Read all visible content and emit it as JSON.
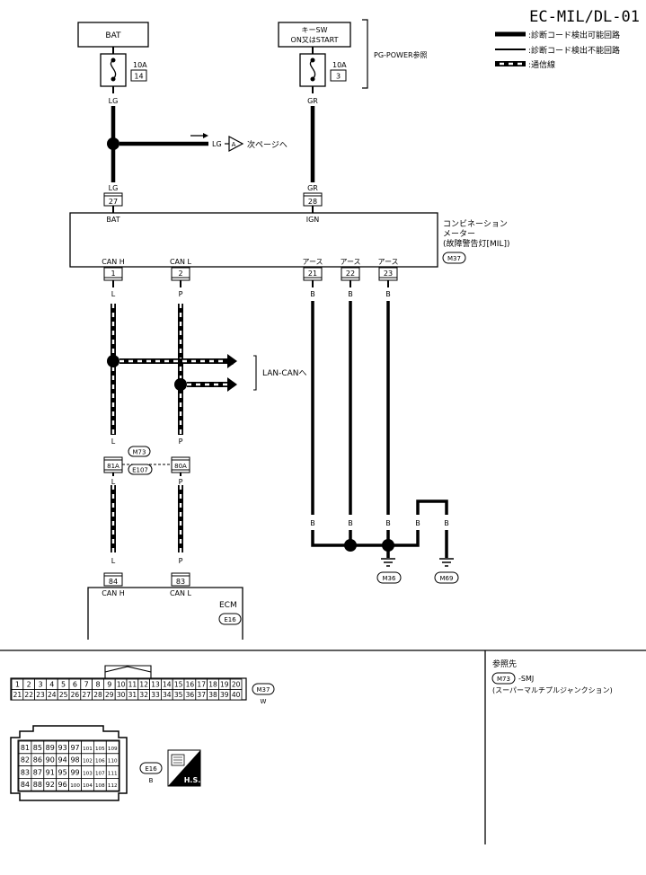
{
  "page": {
    "title": "EC-MIL/DL-01"
  },
  "legend": {
    "detectable": ":診断コード検出可能回路",
    "undetectable": ":診断コード検出不能回路",
    "comm": ":通信線"
  },
  "power": {
    "bat_label": "BAT",
    "keysw_line1": "キーSW",
    "keysw_line2": "ON又はSTART",
    "fuse1_amp": "10A",
    "fuse1_no": "14",
    "fuse2_amp": "10A",
    "fuse2_no": "3",
    "pg_ref": "PG-POWER参照"
  },
  "wires": {
    "lg": "LG",
    "gr": "GR",
    "l": "L",
    "p": "P",
    "b": "B"
  },
  "next_page": {
    "wire": "LG",
    "conn": "A",
    "text": "次ページへ"
  },
  "meter": {
    "name_line1": "コンビネーション",
    "name_line2": "メーター",
    "name_line3": "(故障警告灯[MIL])",
    "connector": "M37",
    "pin_bat": "27",
    "pin_ign": "28",
    "lbl_bat": "BAT",
    "lbl_ign": "IGN",
    "pin_canh": "1",
    "pin_canl": "2",
    "pin_g1": "21",
    "pin_g2": "22",
    "pin_g3": "23",
    "lbl_canh": "CAN H",
    "lbl_canl": "CAN L",
    "lbl_earth": "アース"
  },
  "lan": {
    "text": "LAN-CANへ"
  },
  "joint": {
    "conn_a": "M73",
    "conn_b": "E107",
    "pin_a": "81A",
    "pin_b": "80A"
  },
  "grounds": {
    "g1": "M36",
    "g2": "M69"
  },
  "ecm": {
    "name": "ECM",
    "connector": "E16",
    "pin_canh": "84",
    "pin_canl": "83",
    "lbl_canh": "CAN H",
    "lbl_canl": "CAN L"
  },
  "reference": {
    "title": "参照先",
    "conn": "M73",
    "code": "-SMJ",
    "desc": "(スーパーマルチプルジャンクション)"
  },
  "m37_connector": {
    "label": "M37",
    "color": "W",
    "row1": [
      "1",
      "2",
      "3",
      "4",
      "5",
      "6",
      "7",
      "8",
      "9",
      "10",
      "11",
      "12",
      "13",
      "14",
      "15",
      "16",
      "17",
      "18",
      "19",
      "20"
    ],
    "row2": [
      "21",
      "22",
      "23",
      "24",
      "25",
      "26",
      "27",
      "28",
      "29",
      "30",
      "31",
      "32",
      "33",
      "34",
      "35",
      "36",
      "37",
      "38",
      "39",
      "40"
    ]
  },
  "e16_connector": {
    "label": "E16",
    "color": "B",
    "hs": "H.S.",
    "rows": [
      [
        "81",
        "85",
        "89",
        "93",
        "97",
        "101",
        "105",
        "109"
      ],
      [
        "82",
        "86",
        "90",
        "94",
        "98",
        "102",
        "106",
        "110"
      ],
      [
        "83",
        "87",
        "91",
        "95",
        "99",
        "103",
        "107",
        "111"
      ],
      [
        "84",
        "88",
        "92",
        "96",
        "100",
        "104",
        "108",
        "112"
      ]
    ]
  }
}
